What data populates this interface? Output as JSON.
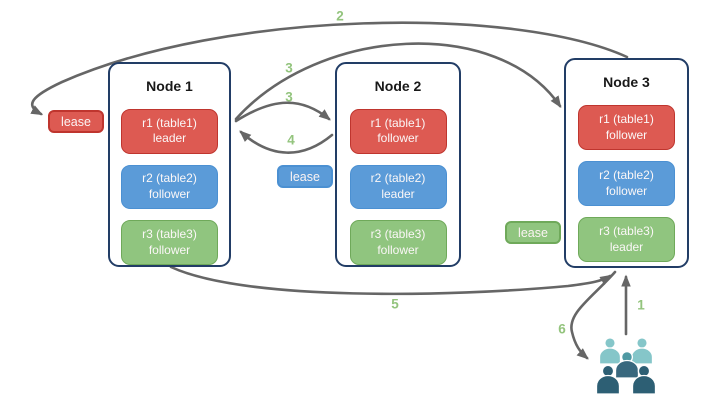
{
  "nodes": [
    {
      "title": "Node 1",
      "replicas": [
        {
          "name": "r1 (table1)",
          "role": "leader",
          "color_key": "red"
        },
        {
          "name": "r2 (table2)",
          "role": "follower",
          "color_key": "blue"
        },
        {
          "name": "r3 (table3)",
          "role": "follower",
          "color_key": "green"
        }
      ]
    },
    {
      "title": "Node 2",
      "replicas": [
        {
          "name": "r1 (table1)",
          "role": "follower",
          "color_key": "red"
        },
        {
          "name": "r2 (table2)",
          "role": "leader",
          "color_key": "blue"
        },
        {
          "name": "r3 (table3)",
          "role": "follower",
          "color_key": "green"
        }
      ]
    },
    {
      "title": "Node 3",
      "replicas": [
        {
          "name": "r1 (table1)",
          "role": "follower",
          "color_key": "red"
        },
        {
          "name": "r2 (table2)",
          "role": "follower",
          "color_key": "blue"
        },
        {
          "name": "r3 (table3)",
          "role": "leader",
          "color_key": "green"
        }
      ]
    }
  ],
  "leases": [
    {
      "label": "lease",
      "for_replica": "r1 (table1)",
      "color_key": "red"
    },
    {
      "label": "lease",
      "for_replica": "r2 (table2)",
      "color_key": "blue"
    },
    {
      "label": "lease",
      "for_replica": "r3 (table3)",
      "color_key": "green"
    }
  ],
  "steps": [
    {
      "label": "1",
      "from": "clients",
      "to": "Node 3 r3 leader"
    },
    {
      "label": "2",
      "from": "Node 3",
      "to": "r1 lease"
    },
    {
      "label": "3",
      "from": "Node 1 r1 leader",
      "to": "Node 3 r1 follower"
    },
    {
      "label": "3",
      "from": "Node 1 r1 leader",
      "to": "Node 2 r1 follower"
    },
    {
      "label": "4",
      "from": "Node 2 r1 follower",
      "to": "Node 1 r1 leader"
    },
    {
      "label": "5",
      "from": "Node 1",
      "to": "Node 3 r3 leader"
    },
    {
      "label": "6",
      "from": "Node 3",
      "to": "clients"
    }
  ],
  "colors": {
    "red": "#dd5a52",
    "red_border": "#bf352e",
    "blue": "#5b9bd8",
    "blue_border": "#4b90d2",
    "green": "#90c57f",
    "green_border": "#6fa95a",
    "node_border": "#223d66",
    "arrow": "#666666",
    "step": "#93c47d",
    "users_light": "#85c6c9",
    "users_mid": "#4f99a3",
    "users_mid_dark": "#39687e",
    "users_dark": "#2d5f74"
  }
}
